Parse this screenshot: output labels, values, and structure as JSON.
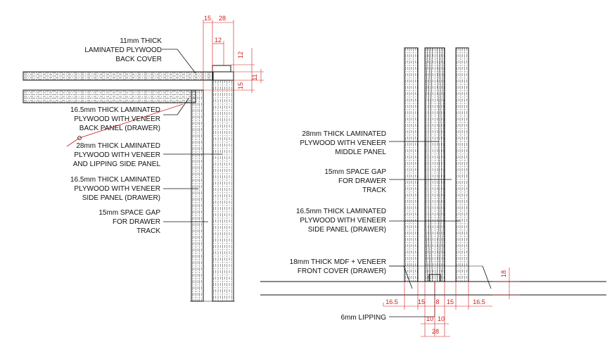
{
  "colors": {
    "line": "#111111",
    "dimension": "#d11a1a",
    "background": "#ffffff"
  },
  "left_detail": {
    "callouts": {
      "back_cover": [
        "11mm THICK",
        "LAMINATED PLYWOOD",
        "BACK COVER"
      ],
      "back_panel": [
        "16.5mm THICK LAMINATED",
        "PLYWOOD WITH VENEER",
        "BACK PANEL (DRAWER)"
      ],
      "side_panel_lipping": [
        "28mm THICK LAMINATED",
        "PLYWOOD WITH VENEER",
        "AND LIPPING SIDE PANEL"
      ],
      "side_panel": [
        "16.5mm THICK LAMINATED",
        "PLYWOOD WITH VENEER",
        "SIDE PANEL (DRAWER)"
      ],
      "space_gap": [
        "15mm SPACE GAP",
        "FOR DRAWER",
        "TRACK"
      ]
    },
    "dimensions": {
      "top_left": "15",
      "top_right": "28",
      "inner": "12",
      "right_upper": "12",
      "right_middle": "11",
      "right_lower": "15"
    }
  },
  "right_detail": {
    "callouts": {
      "middle_panel": [
        "28mm THICK LAMINATED",
        "PLYWOOD WITH VENEER",
        "MIDDLE PANEL"
      ],
      "space_gap": [
        "15mm SPACE GAP",
        "FOR DRAWER",
        "TRACK"
      ],
      "side_panel": [
        "16.5mm THICK LAMINATED",
        "PLYWOOD WITH VENEER",
        "SIDE PANEL (DRAWER)"
      ],
      "front_cover": [
        "18mm THICK MDF + VENEER",
        "FRONT COVER (DRAWER)"
      ],
      "lipping": [
        "6mm LIPPING"
      ]
    },
    "dimensions": {
      "bottom_row": [
        "16.5",
        "15",
        "8",
        "15",
        "16.5"
      ],
      "lipping_row": [
        "10",
        "10"
      ],
      "total": "28",
      "front_cover_height": "18"
    }
  }
}
